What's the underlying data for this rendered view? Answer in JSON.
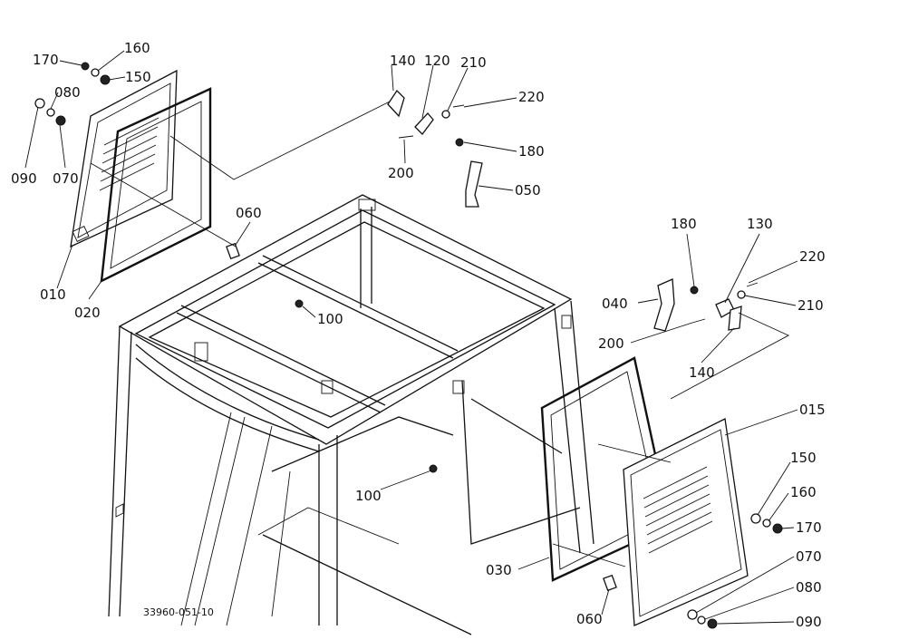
{
  "drawing_code": "33960-051-10",
  "labels": {
    "l170a": "170",
    "l160a": "160",
    "l150a": "150",
    "l080a": "080",
    "l090a": "090",
    "l070a": "070",
    "l010": "010",
    "l020": "020",
    "l060a": "060",
    "l140a": "140",
    "l120": "120",
    "l210a": "210",
    "l220a": "220",
    "l180a": "180",
    "l200a": "200",
    "l050": "050",
    "l100a": "100",
    "l180b": "180",
    "l130": "130",
    "l220b": "220",
    "l040": "040",
    "l210b": "210",
    "l200b": "200",
    "l140b": "140",
    "l015": "015",
    "l150b": "150",
    "l160b": "160",
    "l170b": "170",
    "l070b": "070",
    "l080b": "080",
    "l090b": "090",
    "l100b": "100",
    "l030": "030",
    "l060b": "060"
  }
}
